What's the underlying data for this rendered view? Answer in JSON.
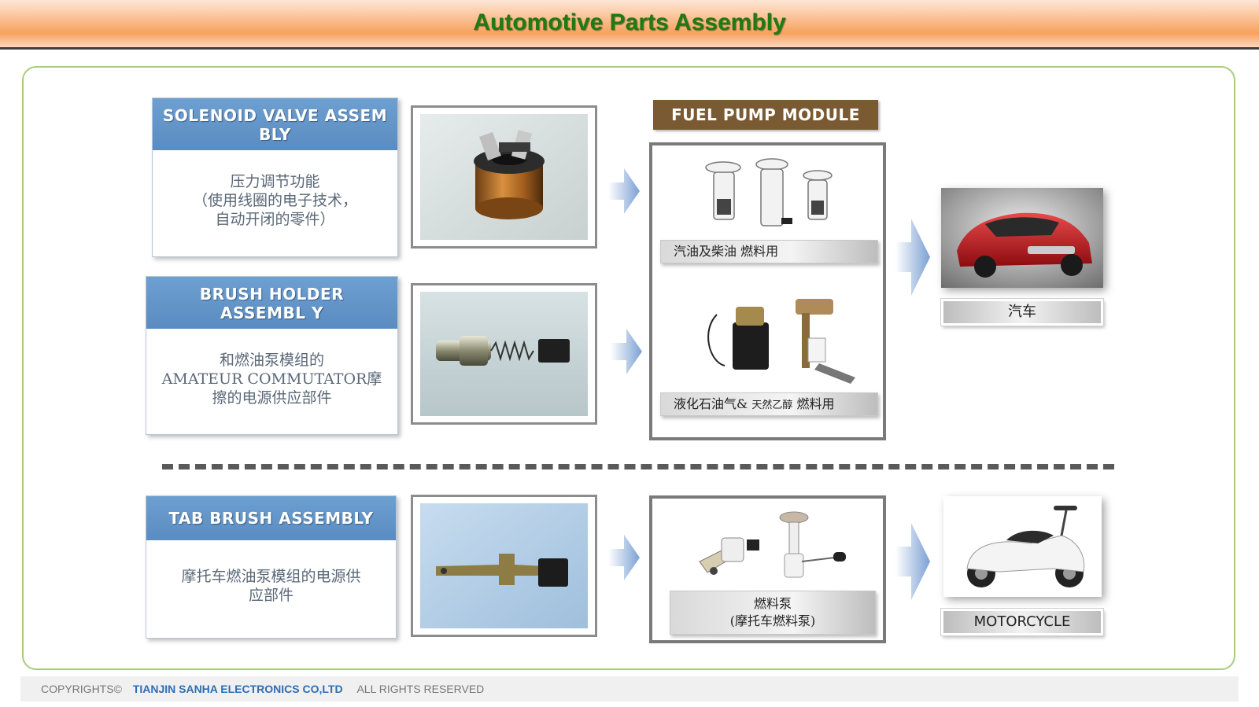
{
  "header": {
    "title": "Automotive Parts Assembly"
  },
  "assemblies": [
    {
      "title": "SOLENOID VALVE ASSEM BLY",
      "desc": [
        "压力调节功能",
        "（使用线圈的电子技术，",
        "自动开闭的零件）"
      ]
    },
    {
      "title": "BRUSH HOLDER ASSEMBL Y",
      "desc": [
        "和燃油泵模组的",
        "AMATEUR COMMUTATOR摩",
        "擦的电源供应部件"
      ]
    },
    {
      "title": "TAB BRUSH ASSEMBLY",
      "desc": [
        "摩托车燃油泵模组的电源供",
        "应部件"
      ]
    }
  ],
  "fuel_pump": {
    "title": "FUEL PUMP MODULE",
    "label_gasoline": "汽油及柴油 燃料用",
    "label_lpg_main": "液化石油气&",
    "label_lpg_small": "天然乙醇",
    "label_lpg_end": "燃料用",
    "label_moto_line1": "燃料泵",
    "label_moto_line2": "(摩托车燃料泵)"
  },
  "vehicles": {
    "car_label": "汽车",
    "motorcycle_label": "MOTORCYCLE"
  },
  "footer": {
    "copyright": "COPYRIGHTS©",
    "company": "TIANJIN SANHA ELECTRONICS CO,LTD",
    "rights": "ALL RIGHTS RESERVED"
  },
  "colors": {
    "title_green": "#1f7a12",
    "assembly_blue": "#5a8cc2",
    "fuel_brown": "#7a5a32",
    "frame_green": "#a8cd78",
    "footer_company_blue": "#2e6db3"
  }
}
